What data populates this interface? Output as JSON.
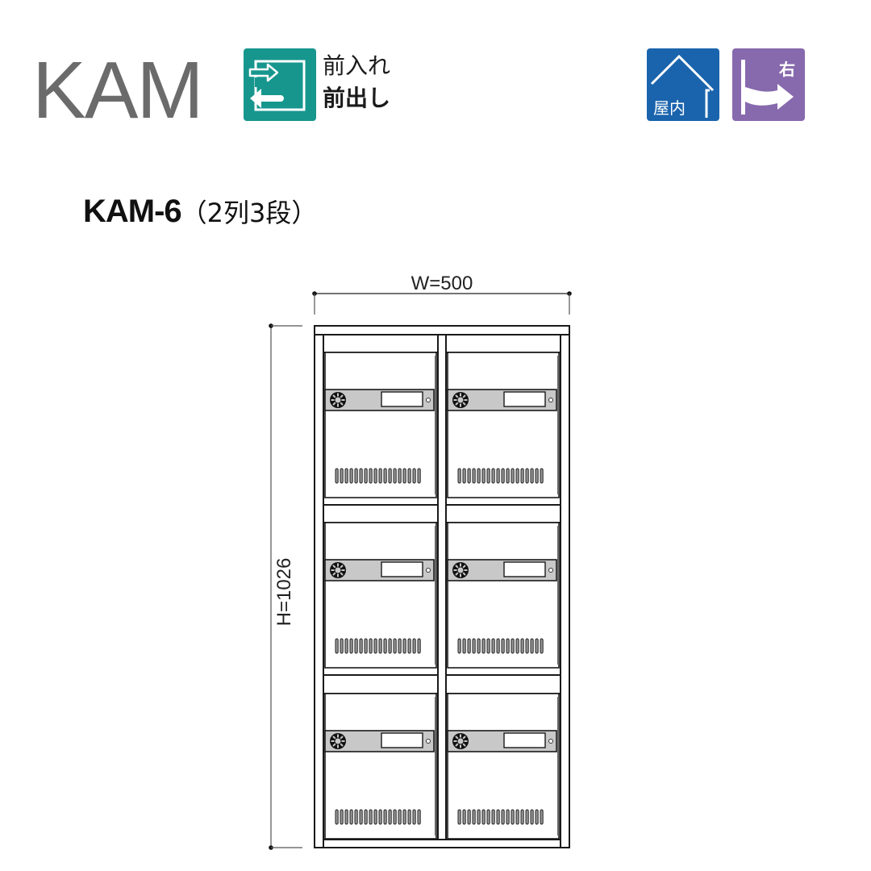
{
  "header": {
    "brand": "KAM",
    "front_mount_icon": "front-insert-front-retrieve-icon",
    "front_mount_lines": [
      "前入れ",
      "前出し"
    ],
    "indoor_badge": {
      "icon": "house-icon",
      "label": "屋内",
      "color": "#1a64ad"
    },
    "right_badge": {
      "icon": "right-arrow-icon",
      "label": "右",
      "color": "#8769ad"
    },
    "front_mount_color": "#17968e"
  },
  "model": {
    "name": "KAM-6",
    "spec": "（2列3段）"
  },
  "drawing": {
    "width_label": "W=500",
    "height_label": "H=1026",
    "columns": 2,
    "rows": 3,
    "compartments": [
      {
        "row": 1,
        "col": 1
      },
      {
        "row": 1,
        "col": 2
      },
      {
        "row": 2,
        "col": 1
      },
      {
        "row": 2,
        "col": 2
      },
      {
        "row": 3,
        "col": 1
      },
      {
        "row": 3,
        "col": 2
      }
    ],
    "line_color": "#1a1a1a",
    "panel_color": "#c8c8c8"
  }
}
